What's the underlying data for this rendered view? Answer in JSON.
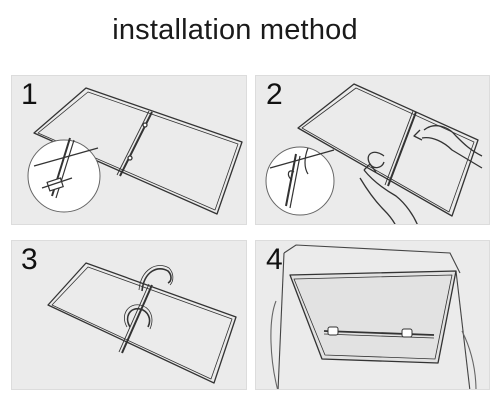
{
  "title": "installation method",
  "steps": [
    {
      "number": "1"
    },
    {
      "number": "2"
    },
    {
      "number": "3"
    },
    {
      "number": "4"
    }
  ]
}
